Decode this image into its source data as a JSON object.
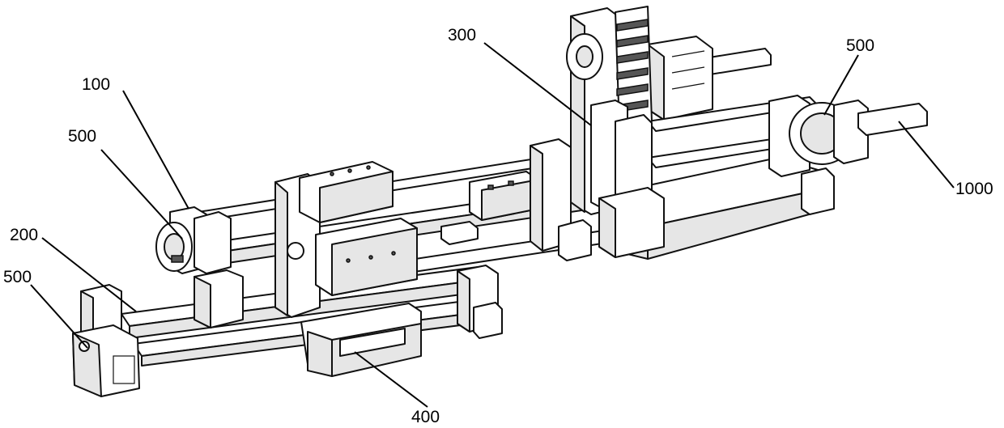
{
  "figure": {
    "labels": {
      "ref_100": "100",
      "ref_200": "200",
      "ref_300": "300",
      "ref_400": "400",
      "ref_500_upper_left": "500",
      "ref_500_lower_left": "500",
      "ref_500_right": "500",
      "ref_1000": "1000"
    }
  }
}
